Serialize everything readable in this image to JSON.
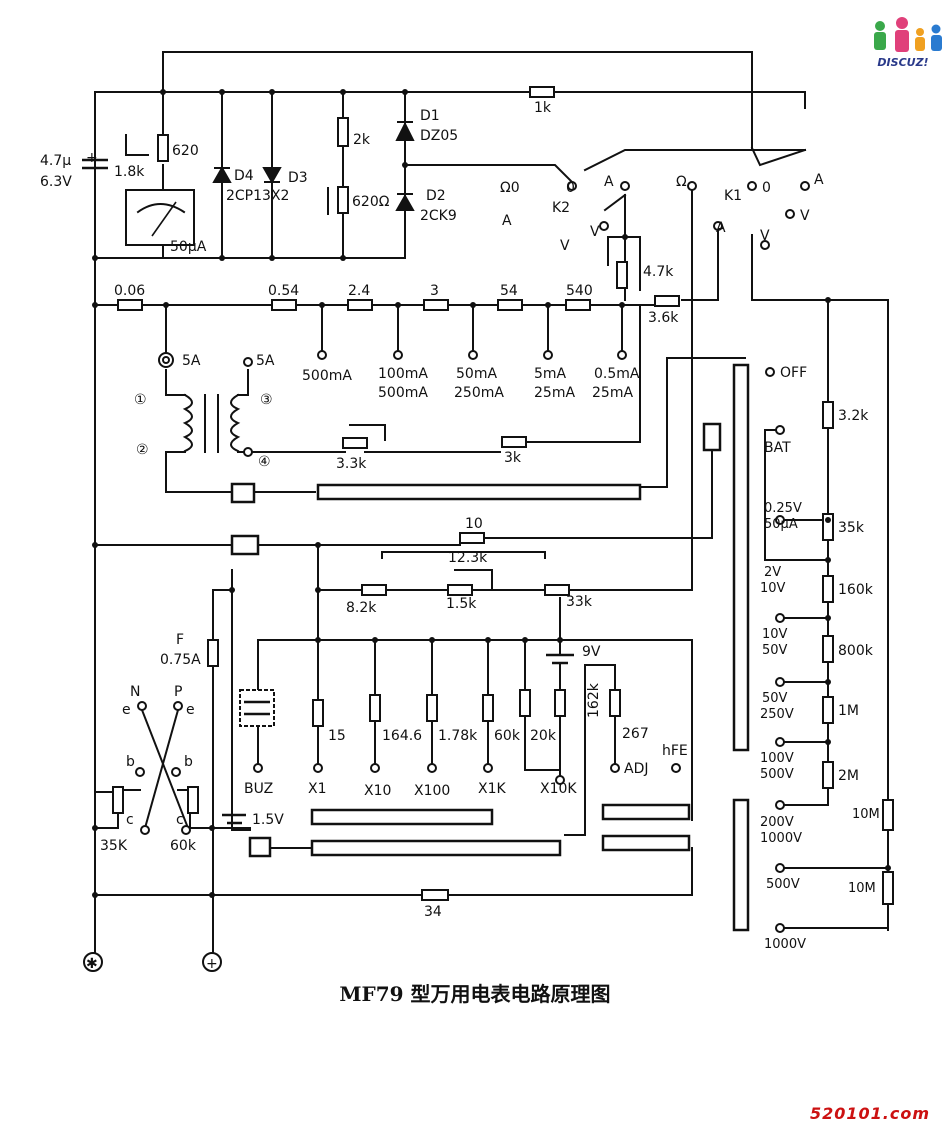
{
  "caption": "MF79 型万用电表电路原理图",
  "logo": {
    "text": "DISCUZ!",
    "colors": [
      "#e0407a",
      "#3aa84a",
      "#f0a020",
      "#2a7bd0"
    ]
  },
  "site": "520101.com",
  "labels": {
    "cap": "4.7μ",
    "cap_v": "6.3V",
    "r_620": "620",
    "r_1_8k": "1.8k",
    "meter": "50μA",
    "d4": "D4",
    "d4_type": "2CP13X2",
    "d3": "D3",
    "r_2k": "2k",
    "r_620o": "620Ω",
    "d1": "D1",
    "d1_type": "DZ05",
    "d2": "D2",
    "d2_type": "2CK9",
    "r_1k": "1k",
    "k2": "K2",
    "k1": "K1",
    "sw_0": "0",
    "sw_a": "A",
    "sw_v": "V",
    "sw_omega": "Ω",
    "k1_0": "0",
    "k1_a": "A",
    "k1_v": "V",
    "omega_0": "Ω0",
    "a_mid": "A",
    "v_mid": "V",
    "a_k1": "A",
    "v_k1": "V",
    "r_4_7k": "4.7k",
    "r_3_6k": "3.6k",
    "r_0_06": "0.06",
    "r_0_54": "0.54",
    "r_2_4": "2.4",
    "r_3": "3",
    "r_54": "54",
    "r_540": "540",
    "tap_500ma": "500mA",
    "tap_100ma": "100mA",
    "tap_500ma2": "500mA",
    "tap_50ma": "50mA",
    "tap_250ma": "250mA",
    "tap_5ma": "5mA",
    "tap_25ma": "25mA",
    "tap_0_5ma": "0.5mA",
    "tap_25ma2": "25mA",
    "j_5a": "5A",
    "j_5a2": "5A",
    "n1": "①",
    "n2": "②",
    "n3": "③",
    "n4": "④",
    "r_3_3k": "3.3k",
    "r_3k": "3k",
    "off": "OFF",
    "bat": "BAT",
    "r_3_2k": "3.2k",
    "r_35k": "35k",
    "r_160k": "160k",
    "r_800k": "800k",
    "r_1m": "1M",
    "r_2m": "2M",
    "r_10m": "10M",
    "r_10m2": "10M",
    "v025": "0.25V",
    "v50ua": "50μA",
    "v2": "2V",
    "v10": "10V",
    "v10b": "10V",
    "v50": "50V",
    "v50b": "50V",
    "v250": "250V",
    "v100": "100V",
    "v500": "500V",
    "v200": "200V",
    "v1000": "1000V",
    "v500b": "500V",
    "v1000b": "1000V",
    "r_10": "10",
    "r_12_3k": "12.3k",
    "r_8_2k": "8.2k",
    "r_1_5k": "1.5k",
    "r_33k": "33k",
    "fuse": "F",
    "fuse_v": "0.75A",
    "batt_9v": "9V",
    "batt_1_5v": "1.5V",
    "r_15": "15",
    "r_164_6": "164.6",
    "r_1_78k": "1.78k",
    "r_60k": "60k",
    "r_20k": "20k",
    "r_162k": "162k",
    "r_267": "267",
    "buz": "BUZ",
    "x1": "X1",
    "x10": "X10",
    "x100": "X100",
    "x1k": "X1K",
    "x10k": "X10K",
    "adj": "ADJ",
    "hfe": "hFE",
    "n": "N",
    "p": "P",
    "e1": "e",
    "e2": "e",
    "b1": "b",
    "b2": "b",
    "c1": "c",
    "c2": "c",
    "r_35k2": "35K",
    "r_60k2": "60k",
    "r_34": "34",
    "com": "✱",
    "plus": "+"
  }
}
